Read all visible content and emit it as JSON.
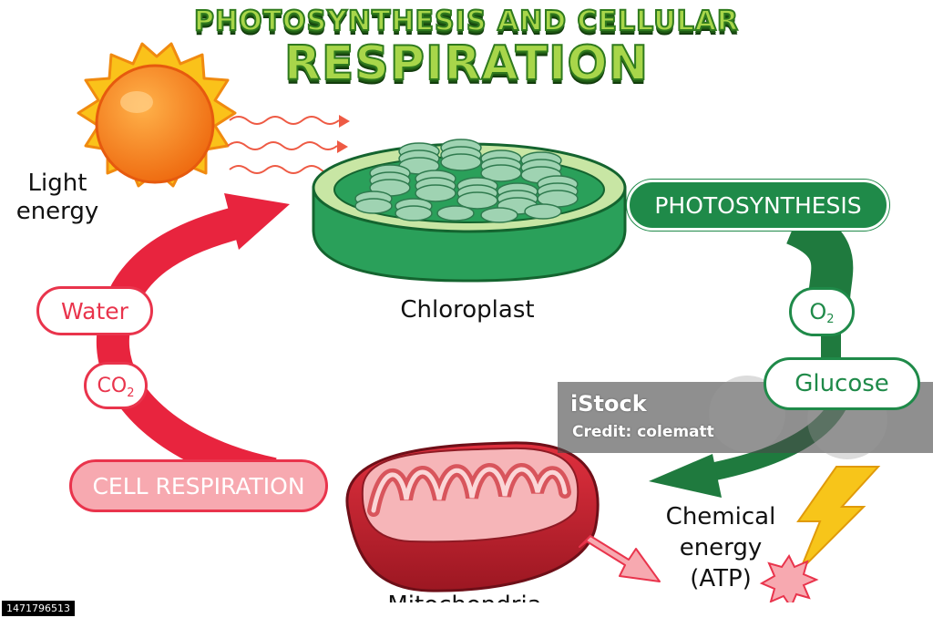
{
  "title": {
    "line1": "PHOTOSYNTHESIS AND CELLULAR",
    "line2": "RESPIRATION"
  },
  "labels": {
    "light_energy": [
      "Light",
      "energy"
    ],
    "chloroplast": "Chloroplast",
    "mitochondria": "Mitochondria",
    "chemical_energy": [
      "Chemical",
      "energy",
      "(ATP)"
    ]
  },
  "pills": {
    "photosynthesis": "PHOTOSYNTHESIS",
    "o2_main": "O",
    "o2_sub": "2",
    "glucose": "Glucose",
    "water": "Water",
    "co2_main": "CO",
    "co2_sub": "2",
    "cell_respiration": "CELL RESPIRATION"
  },
  "watermark": {
    "logo": "iStock",
    "credit": "Credit: colematt",
    "image_id": "1471796513"
  },
  "colors": {
    "green": "#1f8a49",
    "red": "#e9344c",
    "pink": "#f7a9b0",
    "sun": "#f5a21a",
    "bolt": "#f7c51a"
  }
}
